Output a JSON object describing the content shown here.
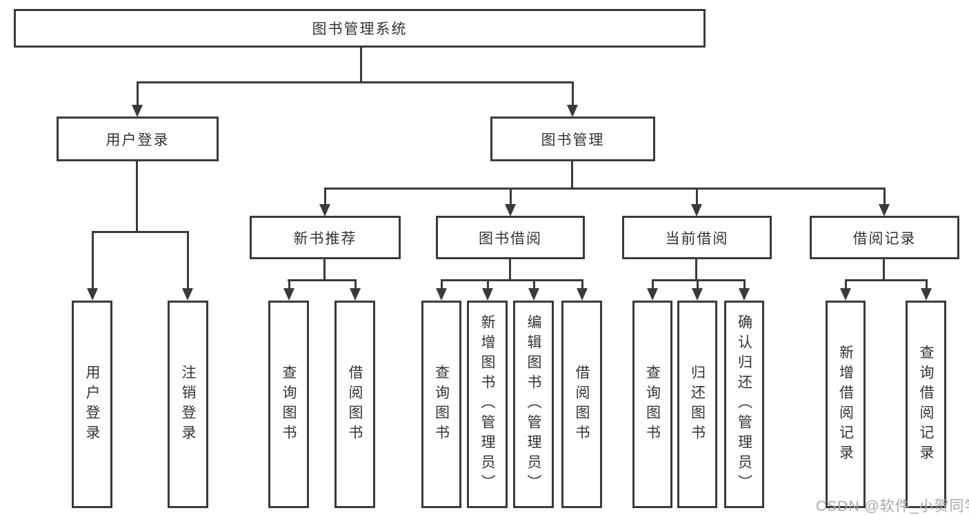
{
  "diagram_title": "图书管理系统",
  "nodes": {
    "root": {
      "label": "图书管理系统"
    },
    "level2": [
      {
        "label": "用户登录",
        "parent": "图书管理系统"
      },
      {
        "label": "图书管理",
        "parent": "图书管理系统"
      }
    ],
    "level3": [
      {
        "label": "新书推荐",
        "parent": "图书管理"
      },
      {
        "label": "图书借阅",
        "parent": "图书管理"
      },
      {
        "label": "当前借阅",
        "parent": "图书管理"
      },
      {
        "label": "借阅记录",
        "parent": "图书管理"
      }
    ],
    "leaves": [
      {
        "label": "用户登录",
        "parent": "用户登录"
      },
      {
        "label": "注销登录",
        "parent": "用户登录"
      },
      {
        "label": "查询图书",
        "parent": "新书推荐"
      },
      {
        "label": "借阅图书",
        "parent": "新书推荐"
      },
      {
        "label": "查询图书",
        "parent": "图书借阅"
      },
      {
        "label": "新增图书（管理员）",
        "parent": "图书借阅"
      },
      {
        "label": "编辑图书（管理员）",
        "parent": "图书借阅"
      },
      {
        "label": "借阅图书",
        "parent": "图书借阅"
      },
      {
        "label": "查询图书",
        "parent": "当前借阅"
      },
      {
        "label": "归还图书",
        "parent": "当前借阅"
      },
      {
        "label": "确认归还（管理员）",
        "parent": "当前借阅"
      },
      {
        "label": "新增借阅记录",
        "parent": "借阅记录"
      },
      {
        "label": "查询借阅记录",
        "parent": "借阅记录"
      }
    ]
  },
  "watermark": {
    "text": "CSDN @软件_小贺同学"
  },
  "colors": {
    "line": "#3a3a3a",
    "text": "#333333",
    "watermark": "#a8a8a8",
    "background": "#ffffff"
  }
}
